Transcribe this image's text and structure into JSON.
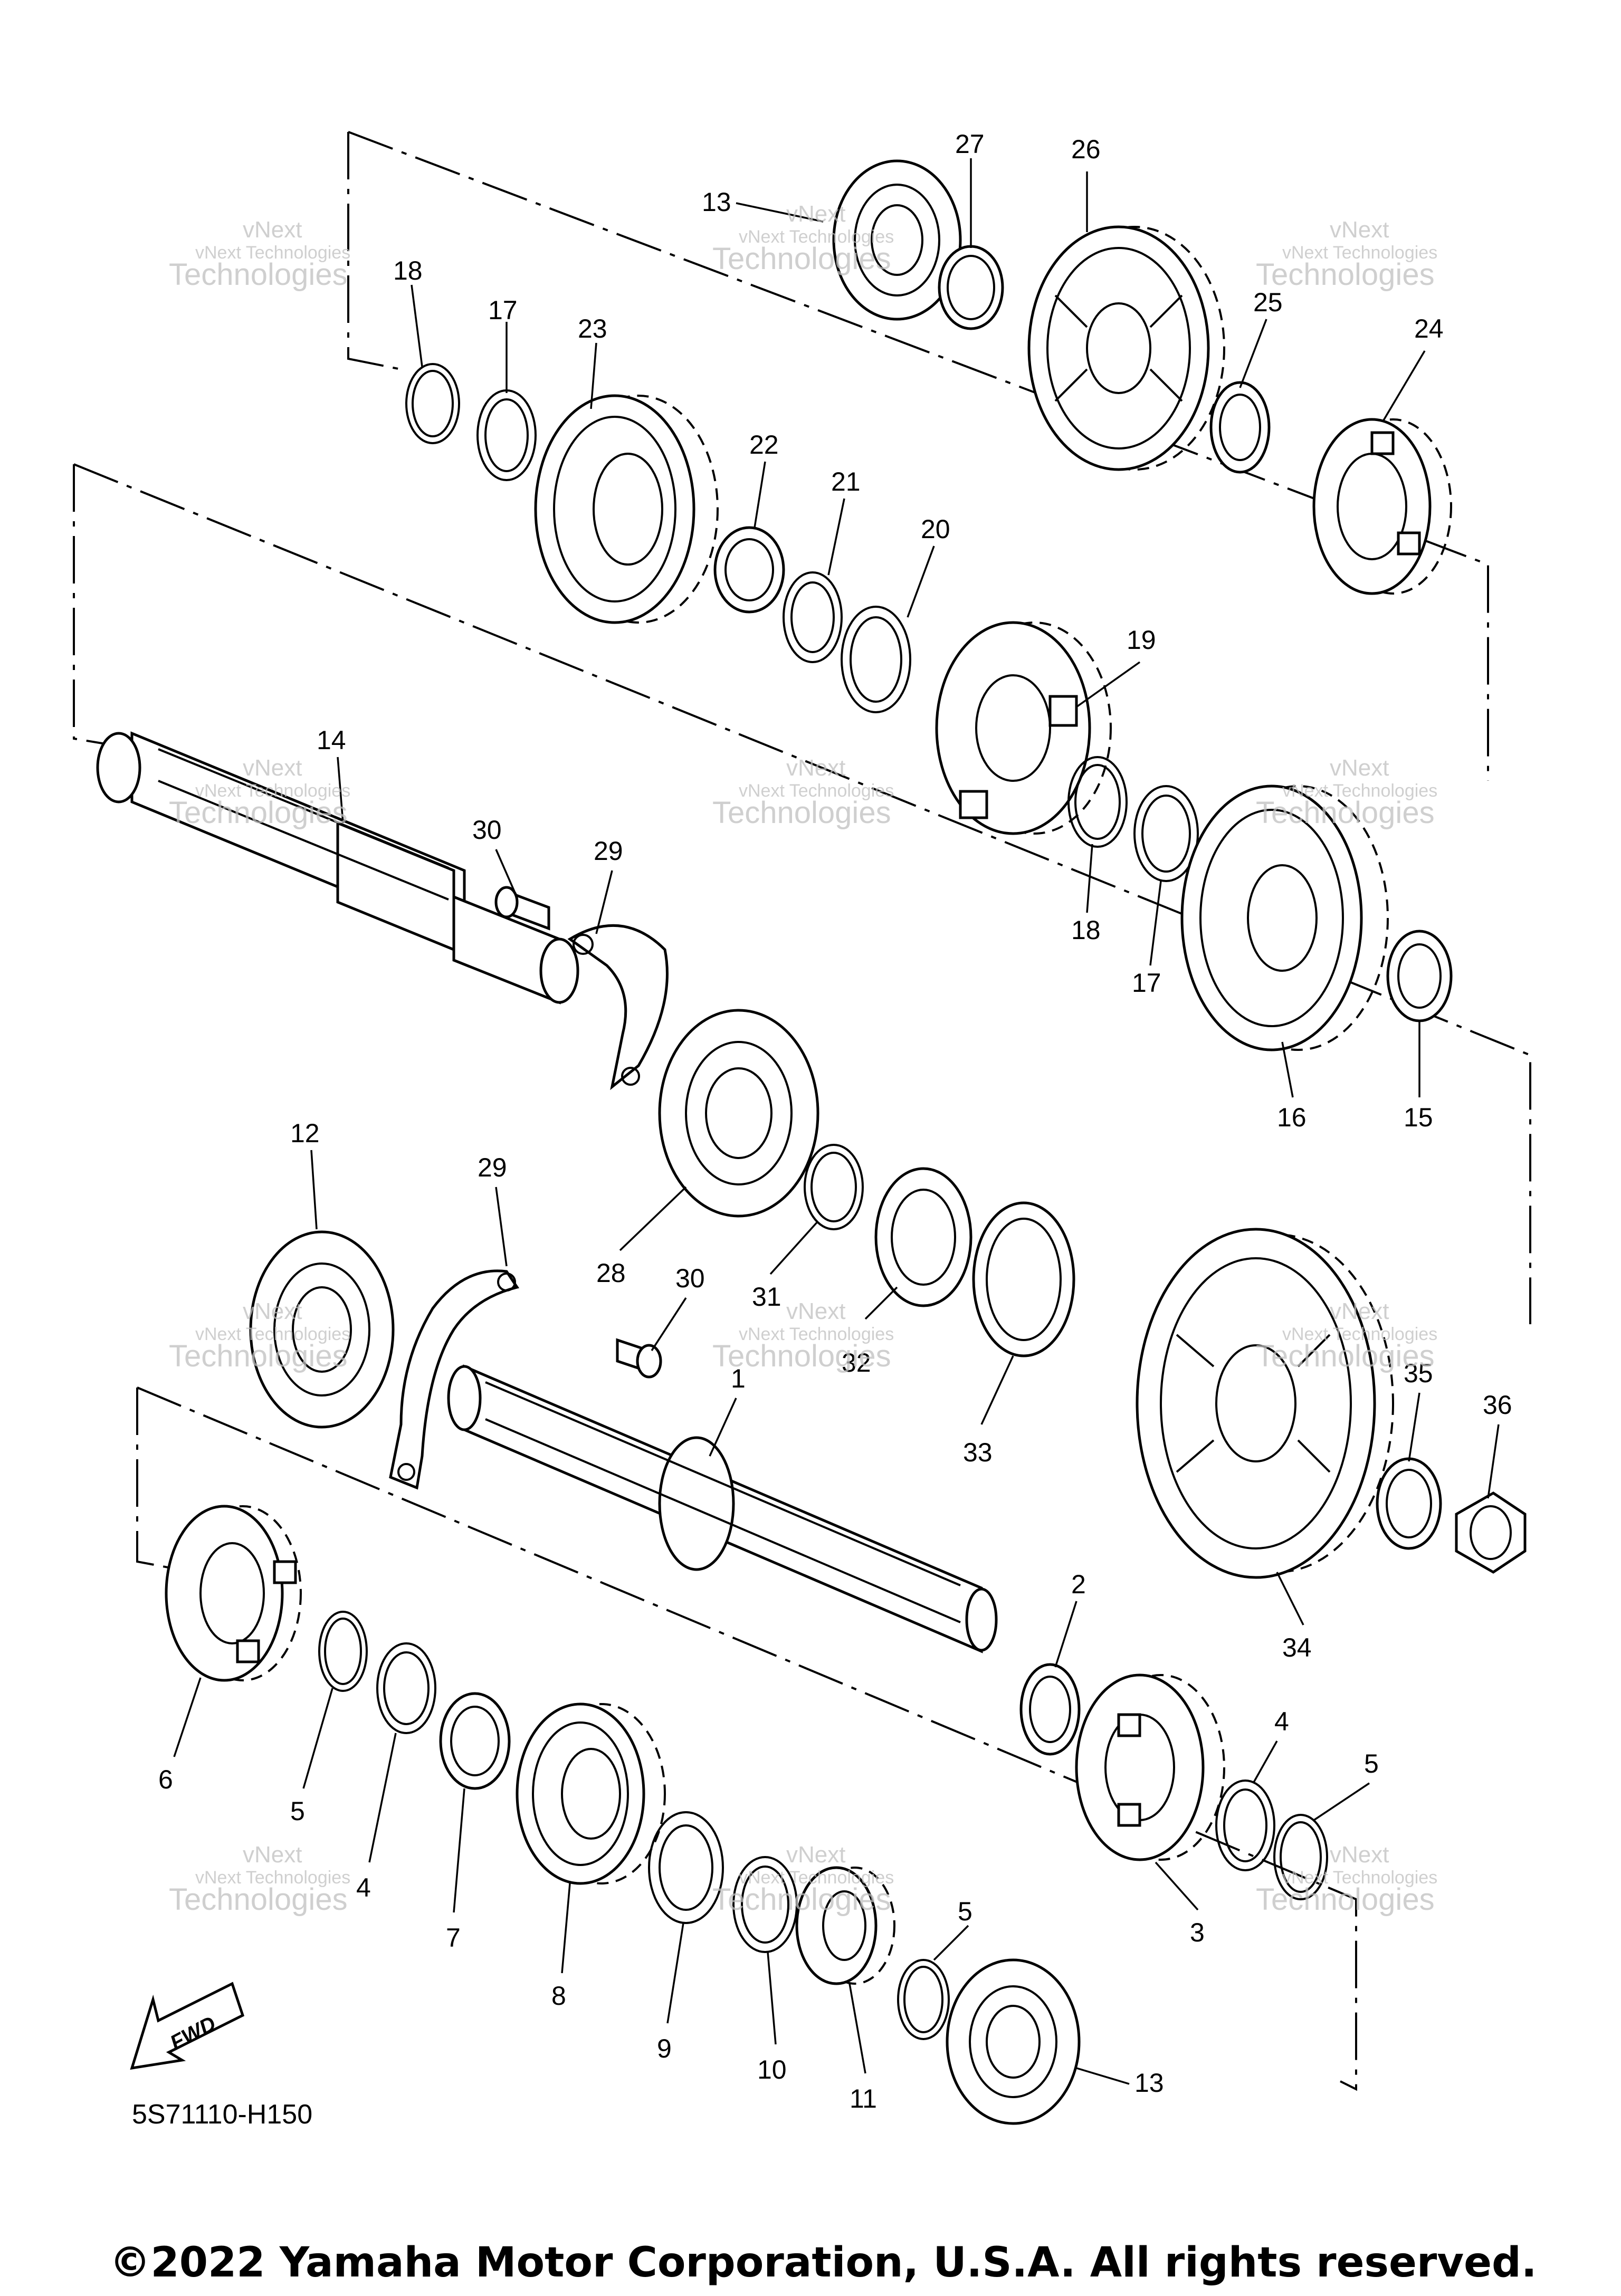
{
  "diagram_code": "5S71110-H150",
  "copyright": "©2022 Yamaha Motor Corporation, U.S.A. All rights reserved.",
  "fwd_label": "FWD",
  "watermark": [
    "vNext",
    "vNext Technologies",
    "Technologies"
  ],
  "callouts": {
    "c1": "1",
    "c2": "2",
    "c3": "3",
    "c4a": "4",
    "c4b": "4",
    "c5a": "5",
    "c5b": "5",
    "c5c": "5",
    "c6": "6",
    "c7": "7",
    "c8": "8",
    "c9": "9",
    "c10": "10",
    "c11": "11",
    "c12": "12",
    "c13a": "13",
    "c13b": "13",
    "c14": "14",
    "c15": "15",
    "c16": "16",
    "c17a": "17",
    "c17b": "17",
    "c18a": "18",
    "c18b": "18",
    "c19": "19",
    "c20": "20",
    "c21": "21",
    "c22": "22",
    "c23": "23",
    "c24": "24",
    "c25": "25",
    "c26": "26",
    "c27": "27",
    "c28": "28",
    "c29a": "29",
    "c29b": "29",
    "c30a": "30",
    "c30b": "30",
    "c31": "31",
    "c32": "32",
    "c33": "33",
    "c34": "34",
    "c35": "35",
    "c36": "36"
  }
}
